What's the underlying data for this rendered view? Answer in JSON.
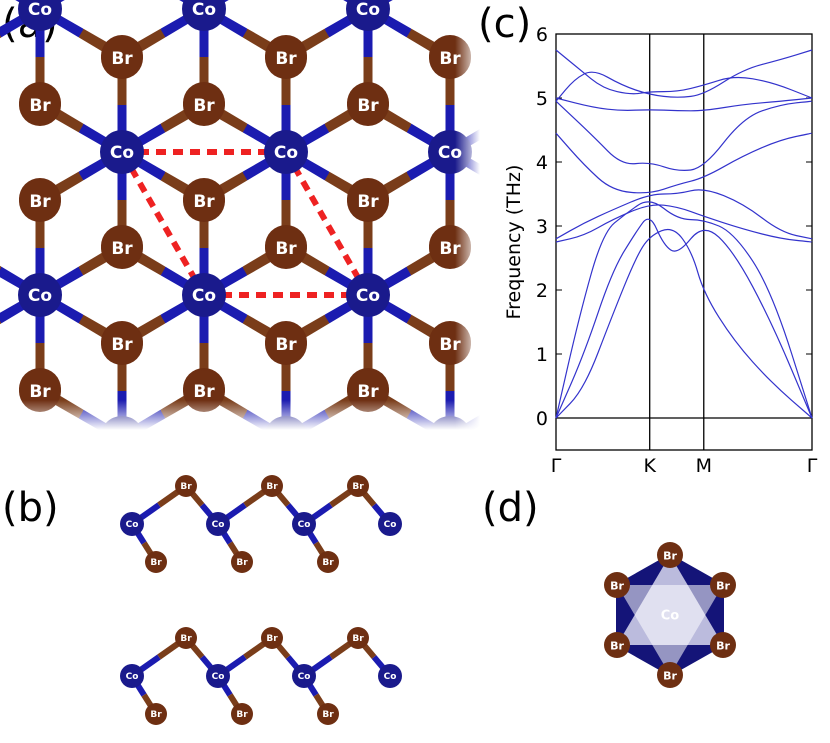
{
  "labels": {
    "a": "(a)",
    "b": "(b)",
    "c": "(c)",
    "d": "(d)"
  },
  "atoms": {
    "cobalt": "Co",
    "bromine": "Br"
  },
  "colors": {
    "cobalt": "#1a1a8c",
    "bromine": "#6e2f12",
    "bond_co": "#1b1bb0",
    "bond_br": "#7a3d1a",
    "cell": "#ee2222",
    "band": "#3333cc",
    "polyhedron": "#141478"
  },
  "chart_data": {
    "type": "line",
    "ylabel": "Frequency (THz)",
    "ylim": [
      -0.5,
      6
    ],
    "yticks": [
      0,
      1,
      2,
      3,
      4,
      5,
      6
    ],
    "kpoints": [
      {
        "label": "Γ",
        "pos": 0
      },
      {
        "label": "K",
        "pos": 1
      },
      {
        "label": "M",
        "pos": 1.577
      },
      {
        "label": "Γ",
        "pos": 2.732
      }
    ],
    "series": [
      {
        "points": [
          [
            0,
            0
          ],
          [
            0.3,
            0.45
          ],
          [
            0.6,
            1.6
          ],
          [
            0.85,
            2.5
          ],
          [
            1,
            2.85
          ],
          [
            1.25,
            3.0
          ],
          [
            1.45,
            2.6
          ],
          [
            1.577,
            1.95
          ],
          [
            1.9,
            1.2
          ],
          [
            2.3,
            0.55
          ],
          [
            2.732,
            0
          ]
        ]
      },
      {
        "points": [
          [
            0,
            0
          ],
          [
            0.3,
            1.0
          ],
          [
            0.6,
            2.3
          ],
          [
            0.85,
            2.9
          ],
          [
            1,
            3.2
          ],
          [
            1.15,
            2.7
          ],
          [
            1.3,
            2.55
          ],
          [
            1.577,
            3.05
          ],
          [
            1.9,
            2.6
          ],
          [
            2.3,
            1.5
          ],
          [
            2.732,
            0
          ]
        ]
      },
      {
        "points": [
          [
            0,
            0
          ],
          [
            0.25,
            1.6
          ],
          [
            0.5,
            2.9
          ],
          [
            0.75,
            3.2
          ],
          [
            1,
            3.45
          ],
          [
            1.3,
            3.1
          ],
          [
            1.577,
            3.1
          ],
          [
            1.9,
            2.9
          ],
          [
            2.3,
            2.0
          ],
          [
            2.732,
            0
          ]
        ]
      },
      {
        "points": [
          [
            0,
            2.75
          ],
          [
            0.3,
            2.85
          ],
          [
            0.6,
            3.1
          ],
          [
            1,
            3.35
          ],
          [
            1.3,
            3.3
          ],
          [
            1.577,
            3.15
          ],
          [
            2.0,
            2.95
          ],
          [
            2.4,
            2.8
          ],
          [
            2.732,
            2.75
          ]
        ]
      },
      {
        "points": [
          [
            0,
            2.8
          ],
          [
            0.3,
            3.05
          ],
          [
            0.6,
            3.25
          ],
          [
            1,
            3.5
          ],
          [
            1.3,
            3.5
          ],
          [
            1.577,
            3.6
          ],
          [
            2.0,
            3.35
          ],
          [
            2.4,
            2.9
          ],
          [
            2.732,
            2.8
          ]
        ]
      },
      {
        "points": [
          [
            0,
            4.45
          ],
          [
            0.3,
            3.95
          ],
          [
            0.6,
            3.55
          ],
          [
            1,
            3.5
          ],
          [
            1.3,
            3.65
          ],
          [
            1.577,
            3.75
          ],
          [
            2.0,
            4.1
          ],
          [
            2.4,
            4.35
          ],
          [
            2.732,
            4.45
          ]
        ]
      },
      {
        "points": [
          [
            0,
            4.95
          ],
          [
            0.4,
            4.4
          ],
          [
            0.7,
            3.95
          ],
          [
            1,
            4.0
          ],
          [
            1.3,
            3.85
          ],
          [
            1.577,
            3.9
          ],
          [
            2.0,
            4.7
          ],
          [
            2.4,
            4.9
          ],
          [
            2.732,
            4.95
          ]
        ]
      },
      {
        "points": [
          [
            0,
            5.0
          ],
          [
            0.4,
            4.85
          ],
          [
            0.7,
            4.8
          ],
          [
            1,
            4.82
          ],
          [
            1.3,
            4.8
          ],
          [
            1.577,
            4.8
          ],
          [
            2.0,
            4.9
          ],
          [
            2.4,
            4.95
          ],
          [
            2.732,
            5.0
          ]
        ]
      },
      {
        "points": [
          [
            0,
            5.75
          ],
          [
            0.25,
            5.45
          ],
          [
            0.5,
            5.15
          ],
          [
            0.8,
            5.05
          ],
          [
            1,
            5.1
          ],
          [
            1.3,
            5.1
          ],
          [
            1.577,
            5.2
          ],
          [
            1.9,
            5.35
          ],
          [
            2.3,
            5.25
          ],
          [
            2.732,
            5.0
          ]
        ]
      },
      {
        "points": [
          [
            0,
            4.95
          ],
          [
            0.2,
            5.3
          ],
          [
            0.4,
            5.45
          ],
          [
            0.7,
            5.2
          ],
          [
            1,
            5.05
          ],
          [
            1.3,
            5.0
          ],
          [
            1.577,
            5.05
          ],
          [
            2.0,
            5.45
          ],
          [
            2.4,
            5.6
          ],
          [
            2.732,
            5.75
          ]
        ]
      }
    ]
  }
}
